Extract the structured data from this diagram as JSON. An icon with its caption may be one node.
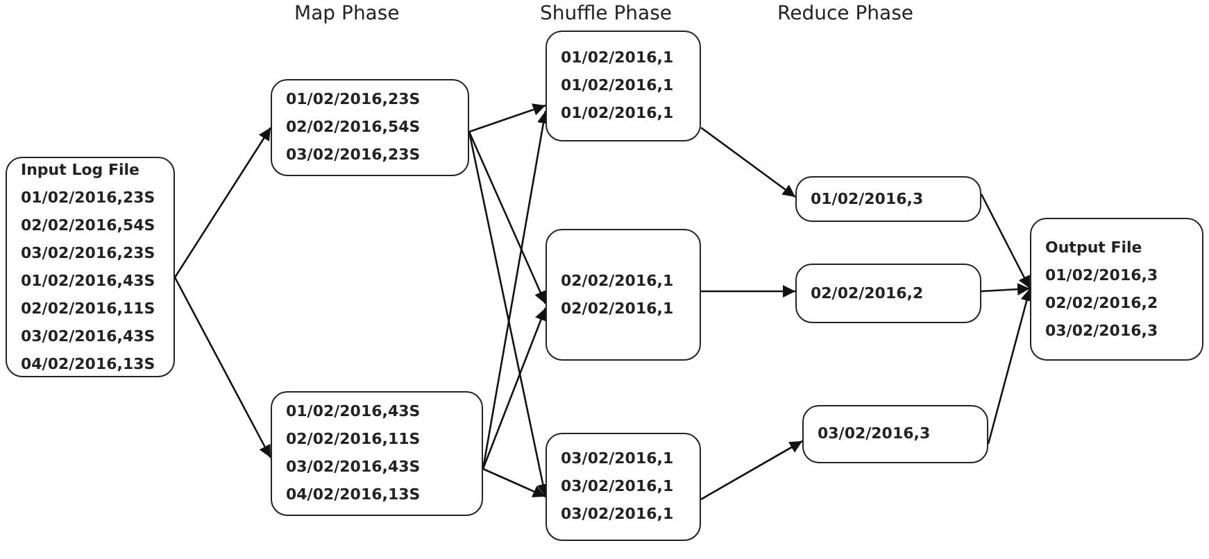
{
  "diagram": {
    "nodes": [
      {
        "text": [
          "Input Log File",
          "01/02/2016,23S",
          "02/02/2016,54S",
          "03/02/2016,23S",
          "01/02/2016,43S",
          "02/02/2016,11S",
          "03/02/2016,43S",
          "04/02/2016,13S"
        ]
      },
      {
        "text": [
          "01/02/2016,23S",
          "02/02/2016,54S",
          "03/02/2016,23S"
        ]
      },
      {
        "text": [
          "01/02/2016,43S",
          "02/02/2016,11S",
          "03/02/2016,43S",
          "04/02/2016,13S"
        ]
      },
      {
        "text": [
          "01/02/2016,1",
          "01/02/2016,1",
          "01/02/2016,1"
        ]
      },
      {
        "text": [
          "02/02/2016,1",
          "02/02/2016,1"
        ]
      },
      {
        "text": [
          "03/02/2016,1",
          "03/02/2016,1",
          "03/02/2016,1"
        ]
      },
      {
        "text": [
          "01/02/2016,3"
        ]
      },
      {
        "text": [
          "02/02/2016,2"
        ]
      },
      {
        "text": [
          "03/02/2016,3"
        ]
      },
      {
        "text": [
          "Output File",
          "01/02/2016,3",
          "02/02/2016,2",
          "03/02/2016,3"
        ]
      }
    ],
    "edges": [
      {
        "from": 0,
        "to": 1,
        "arrow": "to"
      },
      {
        "from": 0,
        "to": 2,
        "arrow": "to"
      },
      {
        "from": 1,
        "to": 3,
        "arrow": "to"
      },
      {
        "from": 1,
        "to": 4,
        "arrow": "to"
      },
      {
        "from": 1,
        "to": 5,
        "arrow": "to"
      },
      {
        "from": 2,
        "to": 3,
        "arrow": "to"
      },
      {
        "from": 2,
        "to": 4,
        "arrow": "to"
      },
      {
        "from": 2,
        "to": 5,
        "arrow": "to"
      },
      {
        "from": 3,
        "to": 6,
        "arrow": "to"
      },
      {
        "from": 4,
        "to": 7,
        "arrow": "to"
      },
      {
        "from": 5,
        "to": 8,
        "arrow": "to"
      },
      {
        "from": 6,
        "to": 9,
        "arrow": "to"
      },
      {
        "from": 7,
        "to": 9,
        "arrow": "to"
      },
      {
        "from": 8,
        "to": 9,
        "arrow": "to"
      }
    ],
    "labels": [
      "Map Phase",
      "Shuffle Phase",
      "Reduce Phase"
    ]
  }
}
